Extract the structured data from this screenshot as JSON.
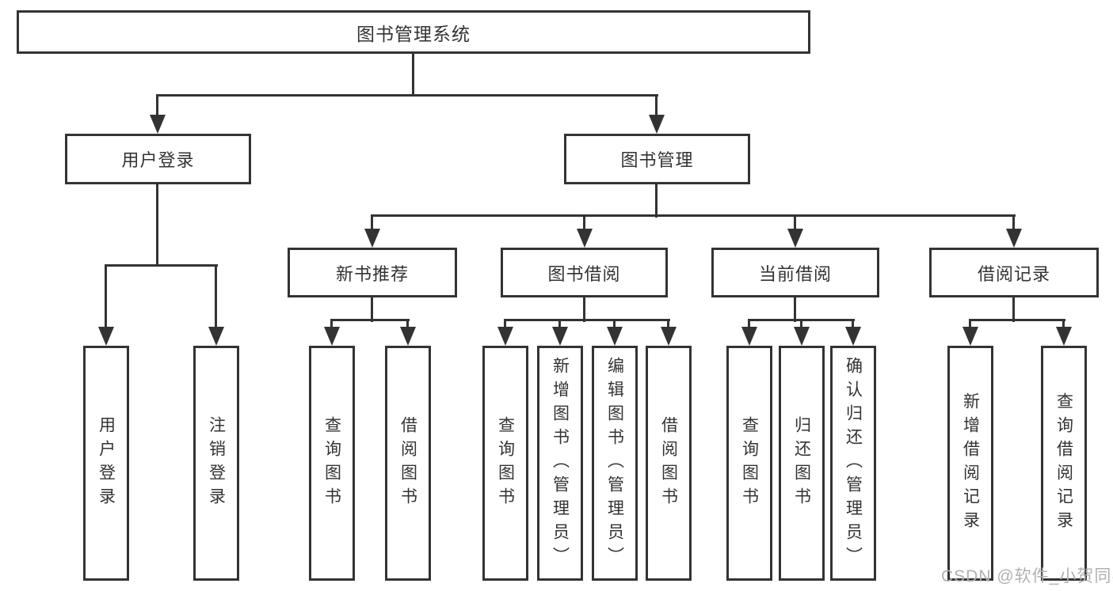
{
  "diagram_title": "图书管理系统",
  "colors": {
    "line": "#333333",
    "text": "#333333",
    "background": "#ffffff",
    "watermark": "#b1b1b1"
  },
  "nodes": {
    "root": "图书管理系统",
    "user_login": "用户登录",
    "book_mgmt": "图书管理",
    "new_books": "新书推荐",
    "book_borrow": "图书借阅",
    "current_borrow": "当前借阅",
    "borrow_records": "借阅记录",
    "leaf_user_login": "用户登录",
    "leaf_logout": "注销登录",
    "leaf_nb_query": "查询图书",
    "leaf_nb_borrow": "借阅图书",
    "leaf_bb_query": "查询图书",
    "leaf_bb_add": "新增图书（管理员）",
    "leaf_bb_edit": "编辑图书（管理员）",
    "leaf_bb_borrow": "借阅图书",
    "leaf_cb_query": "查询图书",
    "leaf_cb_return": "归还图书",
    "leaf_cb_confirm": "确认归还（管理员）",
    "leaf_br_add": "新增借阅记录",
    "leaf_br_query": "查询借阅记录"
  },
  "watermark": "CSDN @软件_小贺同学"
}
